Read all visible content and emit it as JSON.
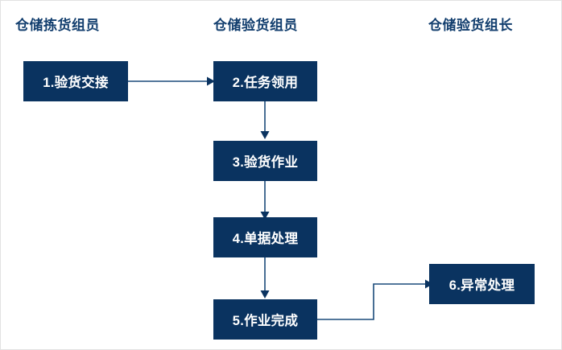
{
  "diagram": {
    "type": "flowchart",
    "background_color": "#ffffff",
    "node_color": "#0a3360",
    "node_text_color": "#ffffff",
    "header_text_color": "#123e6e",
    "connector_color": "#1a4a7a",
    "border_color": "#e2e2e2",
    "lanes": [
      {
        "id": "lane-1",
        "label": "仓储拣货组员"
      },
      {
        "id": "lane-2",
        "label": "仓储验货组员"
      },
      {
        "id": "lane-3",
        "label": "仓储验货组长"
      }
    ],
    "nodes": [
      {
        "id": "node-1",
        "label": "1.验货交接",
        "lane": "lane-1"
      },
      {
        "id": "node-2",
        "label": "2.任务领用",
        "lane": "lane-2"
      },
      {
        "id": "node-3",
        "label": "3.验货作业",
        "lane": "lane-2"
      },
      {
        "id": "node-4",
        "label": "4.单据处理",
        "lane": "lane-2"
      },
      {
        "id": "node-5",
        "label": "5.作业完成",
        "lane": "lane-2"
      },
      {
        "id": "node-6",
        "label": "6.异常处理",
        "lane": "lane-3"
      }
    ],
    "edges": [
      {
        "id": "edge-1-2",
        "from": "node-1",
        "to": "node-2",
        "direction": "right"
      },
      {
        "id": "edge-2-3",
        "from": "node-2",
        "to": "node-3",
        "direction": "down"
      },
      {
        "id": "edge-3-4",
        "from": "node-3",
        "to": "node-4",
        "direction": "down"
      },
      {
        "id": "edge-4-5",
        "from": "node-4",
        "to": "node-5",
        "direction": "down"
      },
      {
        "id": "edge-5-6",
        "from": "node-5",
        "to": "node-6",
        "direction": "elbow-right-up-right"
      }
    ]
  }
}
